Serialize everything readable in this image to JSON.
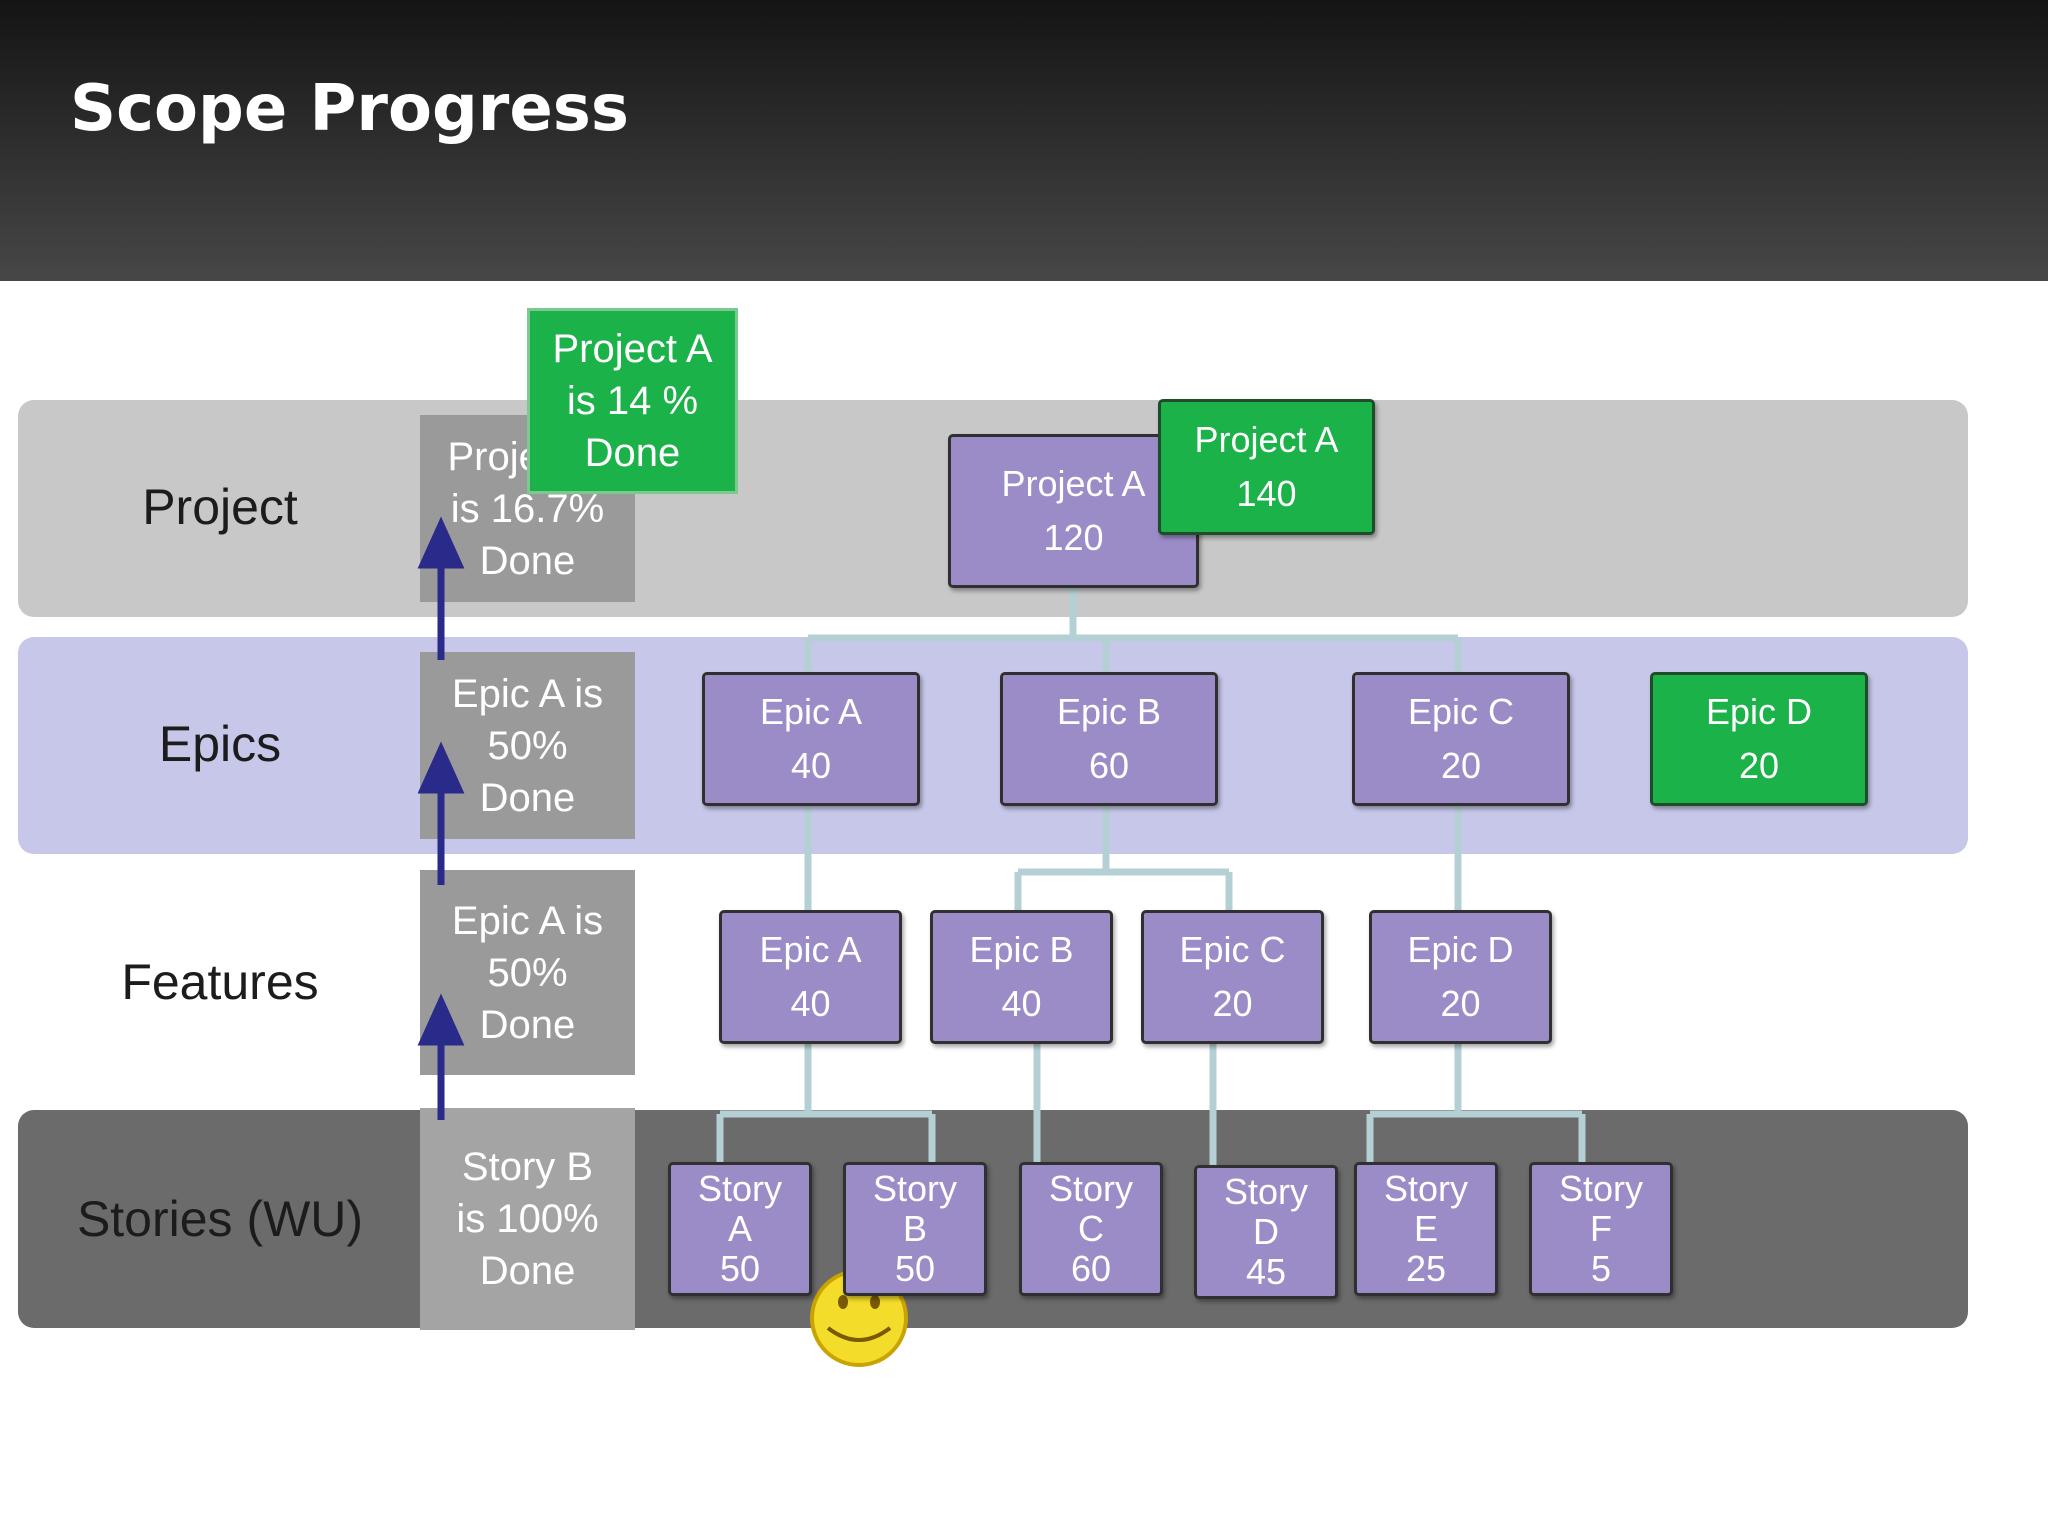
{
  "slide": {
    "title": "Scope Progress"
  },
  "rows": {
    "project": "Project",
    "epics": "Epics",
    "features": "Features",
    "stories": "Stories (WU)"
  },
  "status": {
    "project": "Project A\nis 16.7%\nDone",
    "epics": "Epic A is\n50%\nDone",
    "features": "Epic A is\n50%\nDone",
    "stories": "Story B\nis 100%\nDone"
  },
  "callout_top": "Project A\nis 14 %\nDone",
  "project": {
    "main": "Project A\n120",
    "revised": "Project A\n140"
  },
  "epics": [
    "Epic A\n40",
    "Epic B\n60",
    "Epic C\n20",
    "Epic D\n20"
  ],
  "features": [
    "Epic A\n40",
    "Epic B\n40",
    "Epic C\n20",
    "Epic D\n20"
  ],
  "stories": [
    "Story\nA\n50",
    "Story\nB\n50",
    "Story\nC\n60",
    "Story\nD\n45",
    "Story\nE\n25",
    "Story\nF\n5"
  ],
  "colors": {
    "done_green": "#1bb24a",
    "node_purple": "#9b8cc8",
    "connector": "#b4d0d4",
    "progress_arrow": "#2a2a8a",
    "smiley": "#f4dc2a"
  }
}
